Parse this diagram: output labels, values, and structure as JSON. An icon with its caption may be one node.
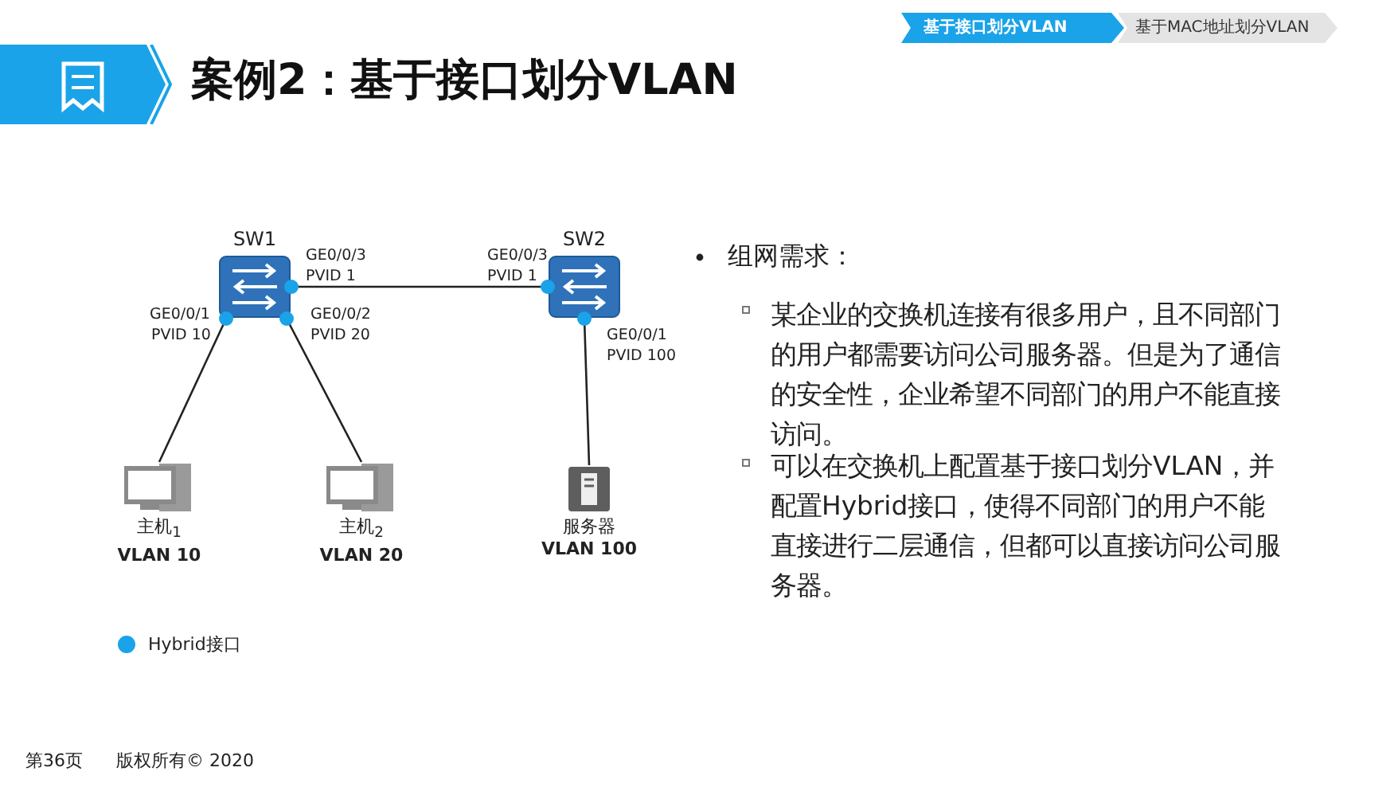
{
  "diagram": {
    "title": "案例2：基于接口划分VLAN",
    "nodes": [
      {
        "text": [
          "SW1"
        ]
      },
      {
        "text": [
          "SW2"
        ]
      },
      {
        "text": [
          "主机$_{1}$",
          "VLAN 10"
        ]
      },
      {
        "text": [
          "主机$_{2}$",
          "VLAN 20"
        ]
      },
      {
        "text": [
          "服务器",
          "VLAN 100"
        ]
      }
    ],
    "edges": [
      {
        "from": 0,
        "to": 2,
        "arrow": "none"
      },
      {
        "from": 0,
        "to": 3,
        "arrow": "none"
      },
      {
        "from": 0,
        "to": 1,
        "arrow": "none"
      },
      {
        "from": 1,
        "to": 4,
        "arrow": "none"
      }
    ],
    "labels": [
      "基于接口划分VLAN",
      "基于MAC地址划分VLAN",
      "GE0/0/3",
      "PVID 1",
      "GE0/0/3",
      "PVID 1",
      "GE0/0/1",
      "PVID 10",
      "GE0/0/2",
      "PVID 20",
      "GE0/0/1",
      "PVID 100",
      "组网需求：",
      "某企业的交换机连接有很多用户，且不同部门的用户都需要访问公司服务器。但是为了通信的安全性，企业希望不同部门的用户不能直接访问。",
      "可以在交换机上配置基于接口划分VLAN，并配置Hybrid接口，使得不同部门的用户不能直接进行二层通信，但都可以直接访问公司服务器。",
      "第36页",
      "版权所有© 2020"
    ],
    "legend": [
      {
        "text": "Hybrid接口",
        "color": "#1aa3e8"
      }
    ]
  }
}
